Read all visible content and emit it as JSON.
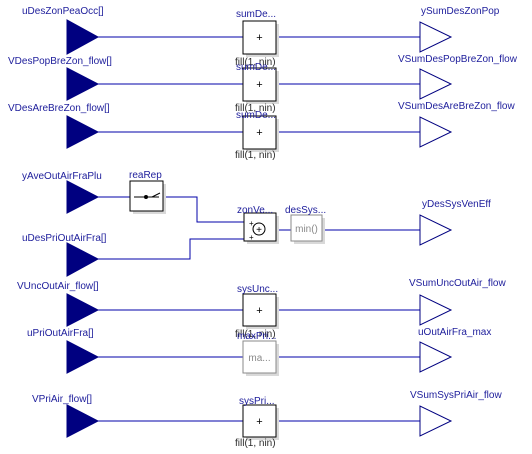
{
  "inputs": [
    {
      "label": "uDesZonPeaOcc[]"
    },
    {
      "label": "VDesPopBreZon_flow[]"
    },
    {
      "label": "VDesAreBreZon_flow[]"
    },
    {
      "label": "yAveOutAirFraPlu"
    },
    {
      "label": "uDesPriOutAirFra[]"
    },
    {
      "label": "VUncOutAir_flow[]"
    },
    {
      "label": "uPriOutAirFra[]"
    },
    {
      "label": "VPriAir_flow[]"
    }
  ],
  "outputs": [
    {
      "label": "ySumDesZonPop"
    },
    {
      "label": "VSumDesPopBreZon_flow"
    },
    {
      "label": "VSumDesAreBreZon_flow"
    },
    {
      "label": "yDesSysVenEff"
    },
    {
      "label": "VSumUncOutAir_flow"
    },
    {
      "label": "uOutAirFra_max"
    },
    {
      "label": "VSumSysPriAir_flow"
    }
  ],
  "blocks": {
    "sum1": {
      "name": "sumDe...",
      "symbol": "+",
      "param": "fill(1, nin)"
    },
    "sum2": {
      "name": "sumDe...",
      "symbol": "+",
      "param": "fill(1, nin)"
    },
    "sum3": {
      "name": "sumDe...",
      "symbol": "+",
      "param": "fill(1, nin)"
    },
    "reaRep": {
      "name": "reaRep"
    },
    "zonVe": {
      "name": "zonVe...",
      "symbol": "+"
    },
    "desSys": {
      "name": "desSys...",
      "symbol": "min()"
    },
    "sysUnc": {
      "name": "sysUnc...",
      "symbol": "+",
      "param": "fill(1, nin)"
    },
    "maxPri": {
      "name": "maxPri...",
      "symbol": "ma..."
    },
    "sysPri": {
      "name": "sysPri...",
      "symbol": "+",
      "param": "fill(1, nin)"
    }
  }
}
